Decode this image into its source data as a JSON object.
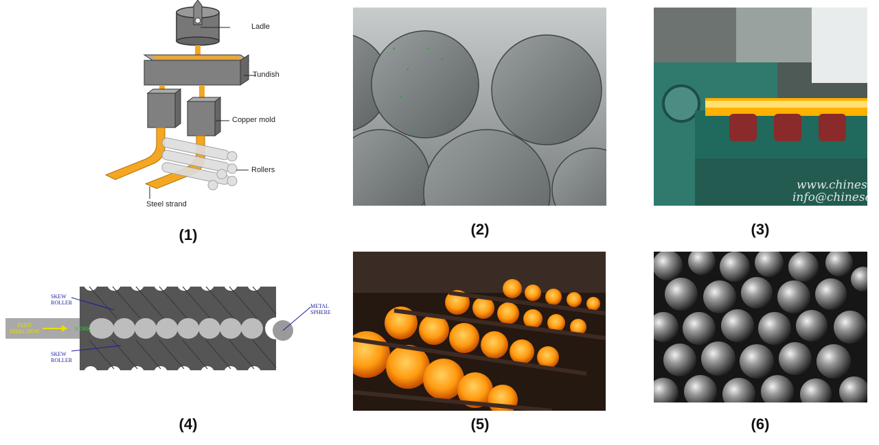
{
  "panels": [
    {
      "caption": "(1)",
      "labels": {
        "ladle": "Ladle",
        "tundish": "Tundish",
        "copper_mold": "Copper mold",
        "rollers": "Rollers",
        "steel_strand": "Steel strand"
      }
    },
    {
      "caption": "(2)"
    },
    {
      "caption": "(3)",
      "watermark_line1": "www.chineseh",
      "watermark_line2": "info@chinese"
    },
    {
      "caption": "(4)",
      "labels": {
        "skew_roller_top_1": "SKEW",
        "skew_roller_top_2": "ROLLER",
        "skew_roller_bottom_1": "SKEW",
        "skew_roller_bottom_2": "ROLLER",
        "metal_sphere_1": "METAL",
        "metal_sphere_2": "SPHERE",
        "feed_direction_1": "FEED",
        "feed_direction_2": "DIRECTION",
        "work": "WORK"
      }
    },
    {
      "caption": "(5)"
    },
    {
      "caption": "(6)"
    }
  ],
  "colors": {
    "steel_orange": "#F5A623",
    "roller_dark": "#555555",
    "label_blue": "#1a1a9e",
    "feed_yellow": "#e8e000",
    "work_green": "#33cc33"
  }
}
